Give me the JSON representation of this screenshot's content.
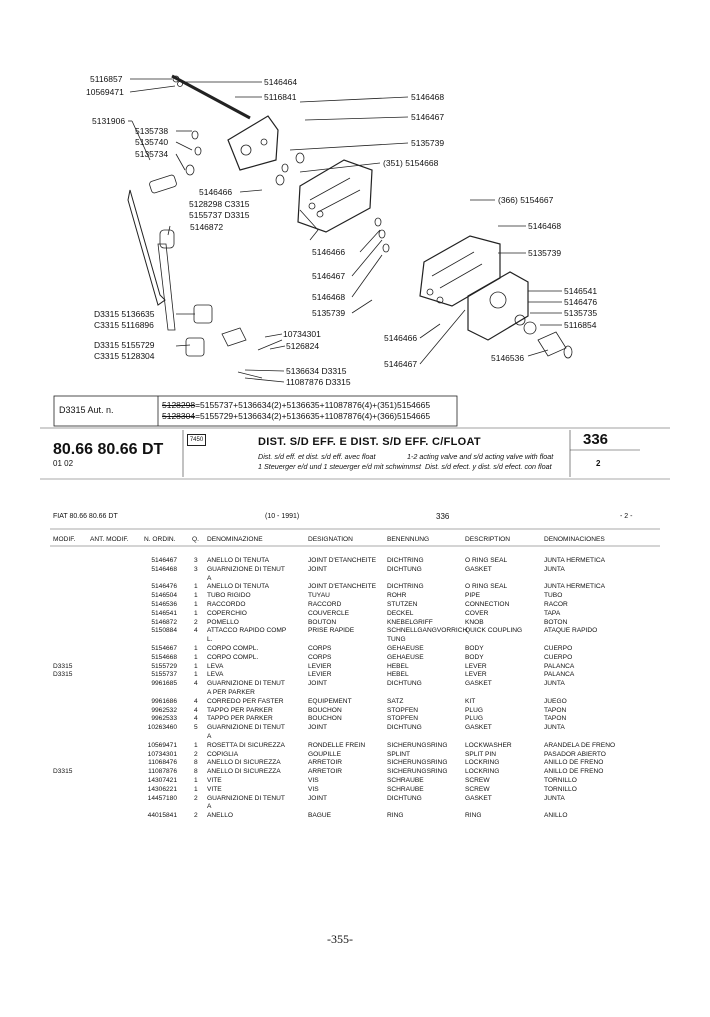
{
  "callouts_left": [
    "5116857",
    "10569471",
    "5131906",
    "5135738",
    "5135740",
    "5135734",
    "5146466",
    "5128298 C3315",
    "5155737 D3315",
    "5146872",
    "D3315 5136635",
    "C3315 5116896",
    "D3315 5155729",
    "C3315 5128304"
  ],
  "callouts_mid": [
    "5146464",
    "5116841",
    "5146468",
    "5146467",
    "5135739",
    "(351) 5154668",
    "10734301",
    "5126824",
    "5136634 D3315",
    "11087876 D3315",
    "5146466",
    "5146467",
    "5146468",
    "5135739"
  ],
  "callouts_right": [
    "(366) 5154667",
    "5146468",
    "5135739",
    "5146541",
    "5146476",
    "5135735",
    "5116854",
    "5146536",
    "5146466",
    "5146467"
  ],
  "supersession": {
    "label": "D3315 Aut. n.",
    "line1_old": "5128298",
    "line1_rest": "=5155737+5136634(2)+5136635+11087876(4)+(351)5154665",
    "line2_old": "5128304",
    "line2_rest": "=5155729+5136634(2)+5136635+11087876(4)+(366)5154665"
  },
  "sheet": {
    "model": "80.66 80.66 DT",
    "sub": "01 02",
    "box_code": "7450",
    "title": "DIST. S/D EFF. E DIST. S/D EFF. C/FLOAT",
    "desc_r1a": "Dist. s/d eff. et dist. s/d eff. avec float",
    "desc_r1b": "1-2 acting valve and s/d acting valve with float",
    "desc_r2a": "1 Steuerger e/d und 1 steuerger e/d mit schwimmst",
    "desc_r2b": "Dist. s/d efect. y dist. s/d efect. con float",
    "ref": "336",
    "ref2": "2"
  },
  "list_header": {
    "model": "FIAT 80.66 80.66 DT",
    "date": "(10 - 1991)",
    "ref": "336",
    "page": "- 2 -"
  },
  "columns": [
    "MODIF.",
    "ANT. MODIF.",
    "N. ORDIN.",
    "Q.",
    "DENOMINAZIONE",
    "DESIGNATION",
    "BENENNUNG",
    "DESCRIPTION",
    "DENOMINACIONES"
  ],
  "parts": [
    {
      "modif": "",
      "part": "5146467",
      "q": "3",
      "it": "ANELLO DI TENUTA",
      "fr": "JOINT D'ETANCHEITE",
      "de": "DICHTRING",
      "en": "O RING SEAL",
      "es": "JUNTA HERMETICA"
    },
    {
      "modif": "",
      "part": "5146468",
      "q": "3",
      "it": "GUARNIZIONE DI TENUT",
      "fr": "JOINT",
      "de": "DICHTUNG",
      "en": "GASKET",
      "es": "JUNTA"
    },
    {
      "modif": "",
      "part": "",
      "q": "",
      "it": "A",
      "fr": "",
      "de": "",
      "en": "",
      "es": ""
    },
    {
      "modif": "",
      "part": "5146476",
      "q": "1",
      "it": "ANELLO DI TENUTA",
      "fr": "JOINT D'ETANCHEITE",
      "de": "DICHTRING",
      "en": "O RING SEAL",
      "es": "JUNTA HERMETICA"
    },
    {
      "modif": "",
      "part": "5146504",
      "q": "1",
      "it": "TUBO RIGIDO",
      "fr": "TUYAU",
      "de": "ROHR",
      "en": "PIPE",
      "es": "TUBO"
    },
    {
      "modif": "",
      "part": "5146536",
      "q": "1",
      "it": "RACCORDO",
      "fr": "RACCORD",
      "de": "STUTZEN",
      "en": "CONNECTION",
      "es": "RACOR"
    },
    {
      "modif": "",
      "part": "5146541",
      "q": "1",
      "it": "COPERCHIO",
      "fr": "COUVERCLE",
      "de": "DECKEL",
      "en": "COVER",
      "es": "TAPA"
    },
    {
      "modif": "",
      "part": "5146872",
      "q": "2",
      "it": "POMELLO",
      "fr": "BOUTON",
      "de": "KNEBELGRIFF",
      "en": "KNOB",
      "es": "BOTON"
    },
    {
      "modif": "",
      "part": "5150884",
      "q": "4",
      "it": "ATTACCO RAPIDO COMP",
      "fr": "PRISE RAPIDE",
      "de": "SCHNELLGANGVORRICH",
      "en": "QUICK COUPLING",
      "es": "ATAQUE RAPIDO"
    },
    {
      "modif": "",
      "part": "",
      "q": "",
      "it": "L.",
      "fr": "",
      "de": "TUNG",
      "en": "",
      "es": ""
    },
    {
      "modif": "",
      "part": "5154667",
      "q": "1",
      "it": "CORPO COMPL.",
      "fr": "CORPS",
      "de": "GEHAEUSE",
      "en": "BODY",
      "es": "CUERPO"
    },
    {
      "modif": "",
      "part": "5154668",
      "q": "1",
      "it": "CORPO COMPL.",
      "fr": "CORPS",
      "de": "GEHAEUSE",
      "en": "BODY",
      "es": "CUERPO"
    },
    {
      "modif": "D3315",
      "part": "5155729",
      "q": "1",
      "it": "LEVA",
      "fr": "LEVIER",
      "de": "HEBEL",
      "en": "LEVER",
      "es": "PALANCA"
    },
    {
      "modif": "D3315",
      "part": "5155737",
      "q": "1",
      "it": "LEVA",
      "fr": "LEVIER",
      "de": "HEBEL",
      "en": "LEVER",
      "es": "PALANCA"
    },
    {
      "modif": "",
      "part": "9961685",
      "q": "4",
      "it": "GUARNIZIONE DI TENUT",
      "fr": "JOINT",
      "de": "DICHTUNG",
      "en": "GASKET",
      "es": "JUNTA"
    },
    {
      "modif": "",
      "part": "",
      "q": "",
      "it": "A PER PARKER",
      "fr": "",
      "de": "",
      "en": "",
      "es": ""
    },
    {
      "modif": "",
      "part": "9961686",
      "q": "4",
      "it": "CORREDO PER FASTER",
      "fr": "EQUIPEMENT",
      "de": "SATZ",
      "en": "KIT",
      "es": "JUEGO"
    },
    {
      "modif": "",
      "part": "9962532",
      "q": "4",
      "it": "TAPPO PER PARKER",
      "fr": "BOUCHON",
      "de": "STOPFEN",
      "en": "PLUG",
      "es": "TAPON"
    },
    {
      "modif": "",
      "part": "9962533",
      "q": "4",
      "it": "TAPPO PER PARKER",
      "fr": "BOUCHON",
      "de": "STOPFEN",
      "en": "PLUG",
      "es": "TAPON"
    },
    {
      "modif": "",
      "part": "10263460",
      "q": "5",
      "it": "GUARNIZIONE DI TENUT",
      "fr": "JOINT",
      "de": "DICHTUNG",
      "en": "GASKET",
      "es": "JUNTA"
    },
    {
      "modif": "",
      "part": "",
      "q": "",
      "it": "A",
      "fr": "",
      "de": "",
      "en": "",
      "es": ""
    },
    {
      "modif": "",
      "part": "10569471",
      "q": "1",
      "it": "ROSETTA DI SICUREZZA",
      "fr": "RONDELLE FREIN",
      "de": "SICHERUNGSRING",
      "en": "LOCKWASHER",
      "es": "ARANDELA DE FRENO"
    },
    {
      "modif": "",
      "part": "10734301",
      "q": "2",
      "it": "COPIGLIA",
      "fr": "GOUPILLE",
      "de": "SPLINT",
      "en": "SPLIT PIN",
      "es": "PASADOR ABIERTO"
    },
    {
      "modif": "",
      "part": "11068476",
      "q": "8",
      "it": "ANELLO DI SICUREZZA",
      "fr": "ARRETOIR",
      "de": "SICHERUNGSRING",
      "en": "LOCKRING",
      "es": "ANILLO DE FRENO"
    },
    {
      "modif": "D3315",
      "part": "11087876",
      "q": "8",
      "it": "ANELLO DI SICUREZZA",
      "fr": "ARRETOIR",
      "de": "SICHERUNGSRING",
      "en": "LOCKRING",
      "es": "ANILLO DE FRENO"
    },
    {
      "modif": "",
      "part": "14307421",
      "q": "1",
      "it": "VITE",
      "fr": "VIS",
      "de": "SCHRAUBE",
      "en": "SCREW",
      "es": "TORNILLO"
    },
    {
      "modif": "",
      "part": "14306221",
      "q": "1",
      "it": "VITE",
      "fr": "VIS",
      "de": "SCHRAUBE",
      "en": "SCREW",
      "es": "TORNILLO"
    },
    {
      "modif": "",
      "part": "14457180",
      "q": "2",
      "it": "GUARNIZIONE DI TENUT",
      "fr": "JOINT",
      "de": "DICHTUNG",
      "en": "GASKET",
      "es": "JUNTA"
    },
    {
      "modif": "",
      "part": "",
      "q": "",
      "it": "A",
      "fr": "",
      "de": "",
      "en": "",
      "es": ""
    },
    {
      "modif": "",
      "part": "44015841",
      "q": "2",
      "it": "ANELLO",
      "fr": "BAGUE",
      "de": "RING",
      "en": "RING",
      "es": "ANILLO"
    }
  ],
  "footer": "-355-"
}
